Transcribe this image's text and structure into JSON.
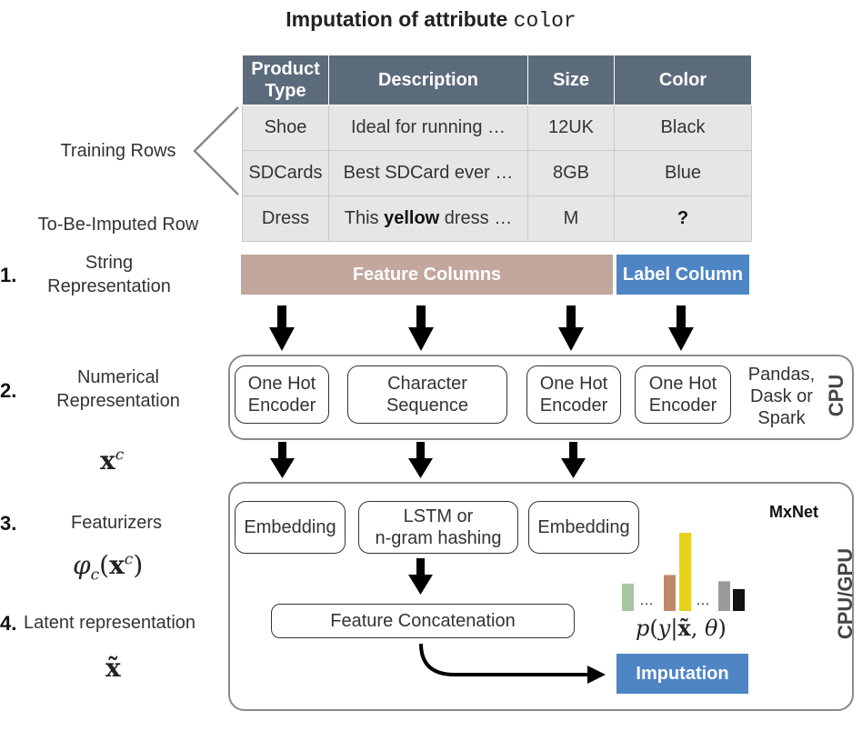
{
  "title": {
    "prefix": "Imputation of attribute ",
    "attribute": "color"
  },
  "left_labels": {
    "training_rows": "Training Rows",
    "to_be_imputed": "To-Be-Imputed Row",
    "step1_num": "1.",
    "step1_a": "String",
    "step1_b": "Representation",
    "step2_num": "2.",
    "step2_a": "Numerical",
    "step2_b": "Representation",
    "step3_num": "3.",
    "step3": "Featurizers",
    "step4_num": "4.",
    "step4": "Latent representation"
  },
  "table": {
    "headers": [
      "Product Type",
      "Description",
      "Size",
      "Color"
    ],
    "rows": [
      {
        "type": "Shoe",
        "desc": "Ideal for running …",
        "size": "12UK",
        "color": "Black"
      },
      {
        "type": "SDCards",
        "desc": "Best SDCard ever …",
        "size": "8GB",
        "color": "Blue"
      },
      {
        "type": "Dress",
        "desc_pre": "This ",
        "desc_bold": "yellow",
        "desc_post": " dress …",
        "size": "M",
        "color": "?"
      }
    ]
  },
  "columns": {
    "feature": "Feature Columns",
    "label": "Label Column"
  },
  "encoders": {
    "enc1_a": "One Hot",
    "enc1_b": "Encoder",
    "enc2_a": "Character",
    "enc2_b": "Sequence",
    "enc3_a": "One Hot",
    "enc3_b": "Encoder",
    "enc4_a": "One Hot",
    "enc4_b": "Encoder",
    "libs_a": "Pandas,",
    "libs_b": "Dask or",
    "libs_c": "Spark",
    "side": "CPU"
  },
  "featurizers": {
    "emb1": "Embedding",
    "lstm_a": "LSTM or",
    "lstm_b": "n-gram hashing",
    "emb2": "Embedding",
    "framework": "MxNet",
    "concat": "Feature Concatenation",
    "output": "Imputation",
    "side": "CPU/GPU",
    "dots1": "…",
    "dots2": "…"
  },
  "bars": {
    "values": [
      0.35,
      0.46,
      1.0,
      0.38,
      0.28
    ],
    "colors": [
      "#a9c4a0",
      "#c08868",
      "#e6d21a",
      "#9a9a9a",
      "#111111"
    ]
  },
  "colors": {
    "header": "#5c6b7c",
    "feature": "#c3a69c",
    "label": "#4e85c5",
    "cell": "#e6e6e6"
  }
}
